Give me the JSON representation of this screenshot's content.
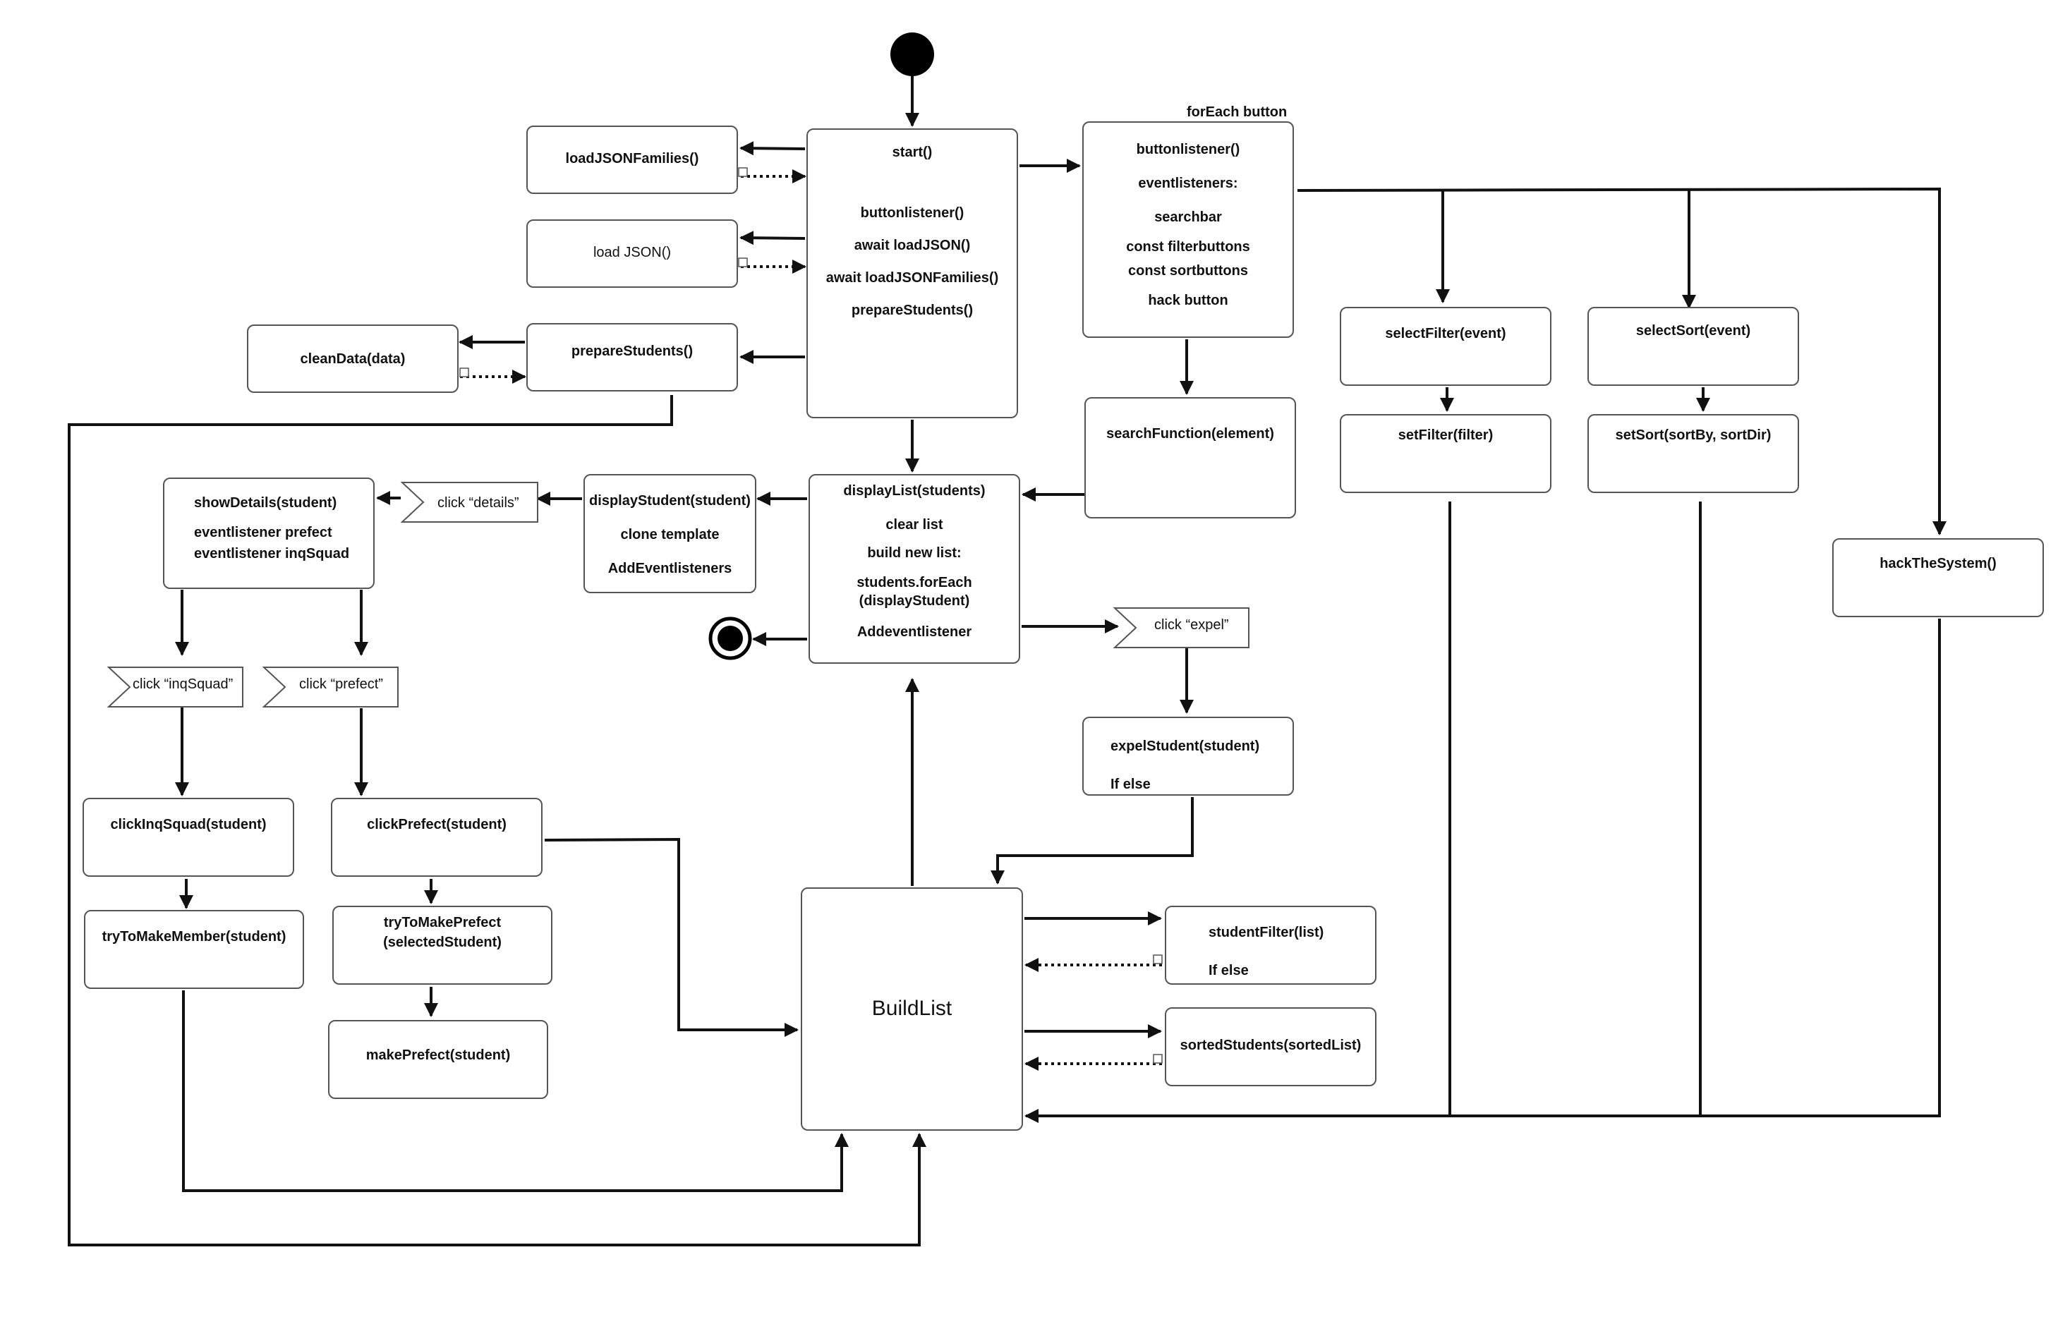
{
  "nodes": {
    "start": {
      "lines": [
        "start()",
        "buttonlistener()",
        "await loadJSON()",
        "await loadJSONFamilies()",
        "prepareStudents()"
      ]
    },
    "loadJSONFamilies": {
      "lines": [
        "loadJSONFamilies()"
      ]
    },
    "loadJSON": {
      "lines": [
        "load JSON()"
      ]
    },
    "prepareStudents": {
      "lines": [
        "prepareStudents()"
      ]
    },
    "cleanData": {
      "lines": [
        "cleanData(data)"
      ]
    },
    "buttonlistener": {
      "lines": [
        "buttonlistener()",
        "eventlisteners:",
        "searchbar",
        "const filterbuttons",
        "const sortbuttons",
        "hack button"
      ]
    },
    "searchFunction": {
      "lines": [
        "searchFunction(element)"
      ]
    },
    "selectFilter": {
      "lines": [
        "selectFilter(event)"
      ]
    },
    "setFilter": {
      "lines": [
        "setFilter(filter)"
      ]
    },
    "selectSort": {
      "lines": [
        "selectSort(event)"
      ]
    },
    "setSort": {
      "lines": [
        "setSort(sortBy, sortDir)"
      ]
    },
    "hackTheSystem": {
      "lines": [
        "hackTheSystem()"
      ]
    },
    "displayList": {
      "lines": [
        "displayList(students)",
        "clear list",
        "build new list:",
        "students.forEach",
        "(displayStudent)",
        "Addeventlistener"
      ]
    },
    "displayStudent": {
      "lines": [
        "displayStudent(student)",
        "clone template",
        "AddEventlisteners"
      ]
    },
    "showDetails": {
      "lines": [
        "showDetails(student)",
        "eventlistener prefect",
        "eventlistener inqSquad"
      ]
    },
    "expelStudent": {
      "lines": [
        "expelStudent(student)",
        "If else"
      ]
    },
    "clickInqSquad": {
      "lines": [
        "clickInqSquad(student)"
      ]
    },
    "tryToMakeMember": {
      "lines": [
        "tryToMakeMember(student)"
      ]
    },
    "clickPrefect": {
      "lines": [
        "clickPrefect(student)"
      ]
    },
    "tryToMakePrefect": {
      "lines": [
        "tryToMakePrefect",
        "(selectedStudent)"
      ]
    },
    "makePrefect": {
      "lines": [
        "makePrefect(student)"
      ]
    },
    "buildList": {
      "lines": [
        "BuildList"
      ]
    },
    "studentFilter": {
      "lines": [
        "studentFilter(list)",
        "If else"
      ]
    },
    "sortedStudents": {
      "lines": [
        "sortedStudents(sortedList)"
      ]
    }
  },
  "signals": {
    "details": "click “details”",
    "expel": "click “expel”",
    "inqSquad": "click “inqSquad”",
    "prefect": "click “prefect”"
  },
  "labels": {
    "forEach": "forEach button"
  },
  "colors": {
    "stroke": "#111111",
    "boxBorder": "#555555",
    "background": "#ffffff"
  }
}
